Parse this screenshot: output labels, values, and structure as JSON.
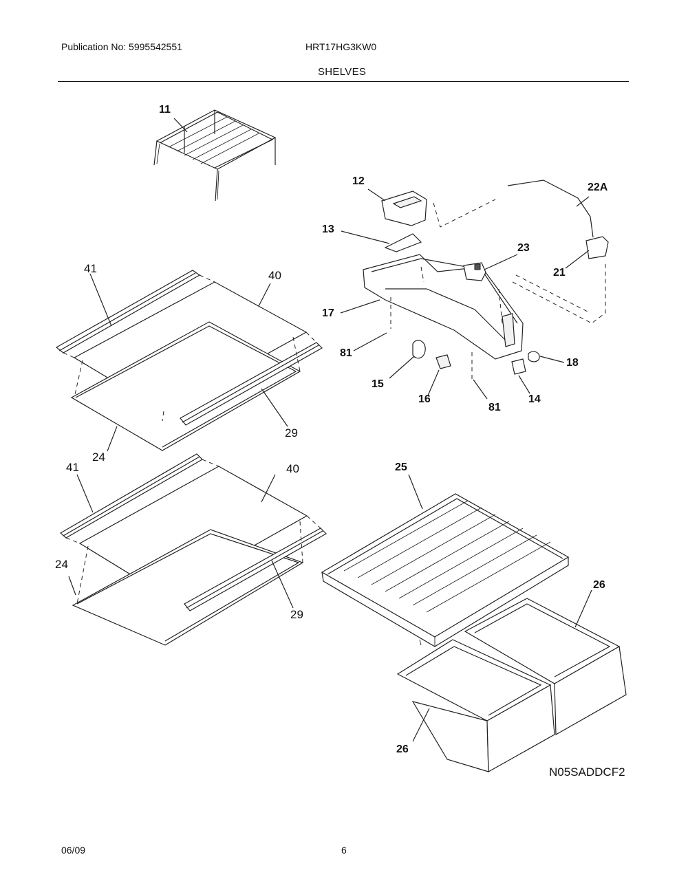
{
  "header": {
    "publication": "Publication No: 5995542551",
    "model": "HRT17HG3KW0",
    "section": "SHELVES"
  },
  "callouts": {
    "c11": "11",
    "c12": "12",
    "c13": "13",
    "c17": "17",
    "c81a": "81",
    "c15": "15",
    "c16": "16",
    "c81b": "81",
    "c14": "14",
    "c18": "18",
    "c21": "21",
    "c22a": "22A",
    "c23": "23",
    "c41a": "41",
    "c40a": "40",
    "c24a": "24",
    "c29a": "29",
    "c41b": "41",
    "c40b": "40",
    "c24b": "24",
    "c29b": "29",
    "c25": "25",
    "c26a": "26",
    "c26b": "26"
  },
  "diagram_code": "N05SADDCF2",
  "footer": {
    "date": "06/09",
    "page": "6"
  }
}
